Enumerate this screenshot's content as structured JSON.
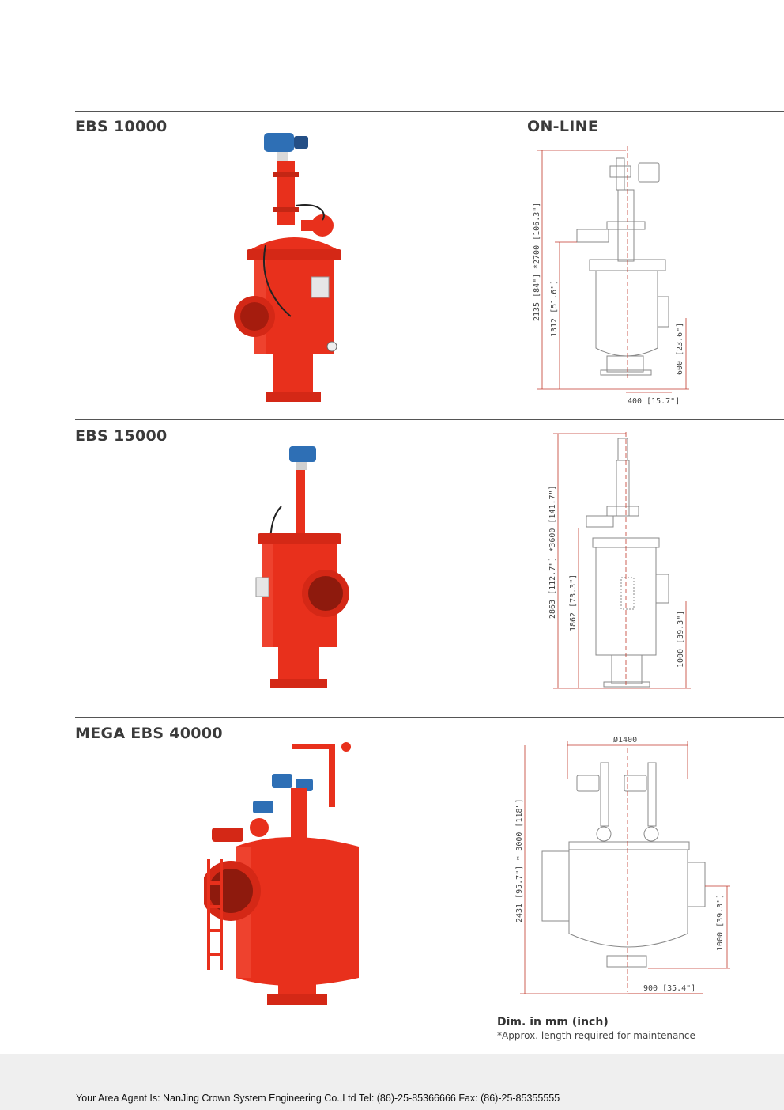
{
  "sections": [
    {
      "title": "EBS 10000",
      "drawing_header": "ON-LINE",
      "dimensions": [
        "*2700 [106.3\"]",
        "2135 [84\"]",
        "1312 [51.6\"]",
        "600 [23.6\"]",
        "400 [15.7\"]"
      ]
    },
    {
      "title": "EBS 15000",
      "dimensions": [
        "2863 [112.7\"] *3600 [141.7\"]",
        "1862 [73.3\"]",
        "1000 [39.3\"]"
      ]
    },
    {
      "title": "MEGA EBS 40000",
      "dimensions": [
        "Ø1400",
        "2431 [95.7\"] * 3000 [118\"]",
        "1000 [39.3\"]",
        "900 [35.4\"]"
      ]
    }
  ],
  "note": {
    "heading": "Dim. in mm (inch)",
    "text": "*Approx. length required for maintenance"
  },
  "footer": "Your Area Agent Is: NanJing Crown System Engineering Co.,Ltd  Tel: (86)-25-85366666 Fax: (86)-25-85355555",
  "colors": {
    "filter_red": "#e8301c",
    "motor_blue": "#2e6fb5",
    "dimension_line": "#c0392b"
  }
}
